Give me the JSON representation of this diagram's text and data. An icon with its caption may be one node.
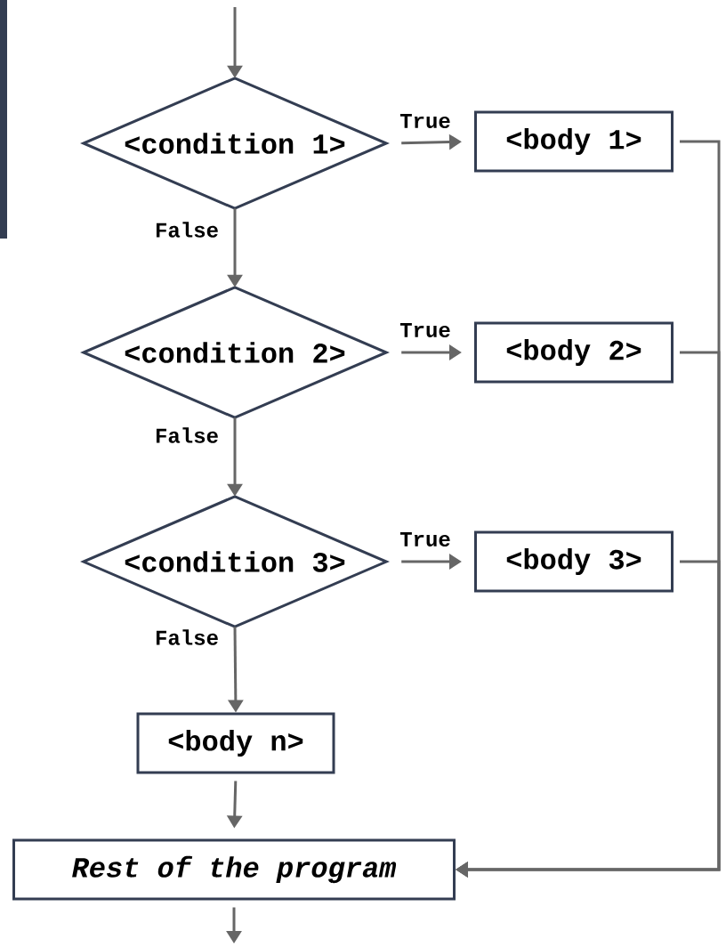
{
  "diagram": {
    "nodes": [
      {
        "text": [
          "<condition 1>"
        ]
      },
      {
        "text": [
          "<body 1>"
        ]
      },
      {
        "text": [
          "<condition 2>"
        ]
      },
      {
        "text": [
          "<body 2>"
        ]
      },
      {
        "text": [
          "<condition 3>"
        ]
      },
      {
        "text": [
          "<body 3>"
        ]
      },
      {
        "text": [
          "<body n>"
        ]
      },
      {
        "text": [
          "Rest of the program"
        ]
      }
    ],
    "edges": [
      {
        "from": null,
        "to": 0,
        "arrow": "to"
      },
      {
        "from": 0,
        "to": 1,
        "arrow": "to",
        "label": "True"
      },
      {
        "from": 0,
        "to": 2,
        "arrow": "to",
        "label": "False"
      },
      {
        "from": 2,
        "to": 3,
        "arrow": "to",
        "label": "True"
      },
      {
        "from": 2,
        "to": 4,
        "arrow": "to",
        "label": "False"
      },
      {
        "from": 4,
        "to": 5,
        "arrow": "to",
        "label": "True"
      },
      {
        "from": 4,
        "to": 6,
        "arrow": "to",
        "label": "False"
      },
      {
        "from": 6,
        "to": 7,
        "arrow": "to"
      },
      {
        "from": 1,
        "to": 7,
        "arrow": "to"
      },
      {
        "from": 3,
        "to": 7,
        "arrow": "to"
      },
      {
        "from": 5,
        "to": 7,
        "arrow": "to"
      },
      {
        "from": 7,
        "to": null,
        "arrow": "to"
      }
    ]
  }
}
